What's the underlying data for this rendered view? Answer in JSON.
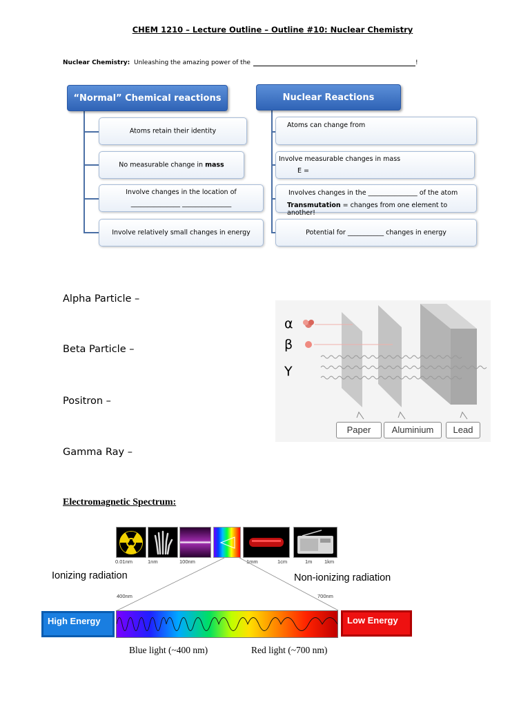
{
  "header": {
    "title": "CHEM 1210 – Lecture Outline – Outline #10:      Nuclear Chemistry"
  },
  "intro": {
    "bold": "Nuclear Chemistry:",
    "text": "Unleashing the amazing power of the",
    "end": "!"
  },
  "comparison": {
    "left_header": "“Normal” Chemical reactions",
    "right_header": "Nuclear Reactions",
    "left_items": [
      "Atoms retain their identity",
      "No measurable change in",
      "Involve changes in the location of",
      "Involve relatively small changes in energy"
    ],
    "left_bold_mass": "mass",
    "left_blank": "_______________   _______________",
    "right_items": [
      "Atoms can change from",
      "Involve measurable changes in mass",
      "Involves changes in the _______________  of the atom",
      "Potential for  ___________  changes in energy"
    ],
    "right_emc": "E =",
    "right_transmutation_bold": "Transmutation",
    "right_transmutation_rest": " = changes from one element to another!"
  },
  "particles": [
    "Alpha Particle –",
    "Beta Particle –",
    "Positron –",
    "Gamma Ray –"
  ],
  "penetration": {
    "symbols": [
      "α",
      "β",
      "Υ"
    ],
    "labels": [
      "Paper",
      "Aluminium",
      "Lead"
    ]
  },
  "em": {
    "title": "Electromagnetic Spectrum:",
    "ticks": [
      "0.01nm",
      "1nm",
      "100nm",
      "1mm",
      "1cm",
      "1m",
      "1km"
    ],
    "ionizing": "Ionizing radiation",
    "nonionizing": "Non-ionizing radiation",
    "nm400": "400nm",
    "nm700": "700nm",
    "high": "High Energy",
    "low": "Low Energy",
    "blue": "Blue light (~400 nm)",
    "red": "Red light (~700 nm)"
  }
}
